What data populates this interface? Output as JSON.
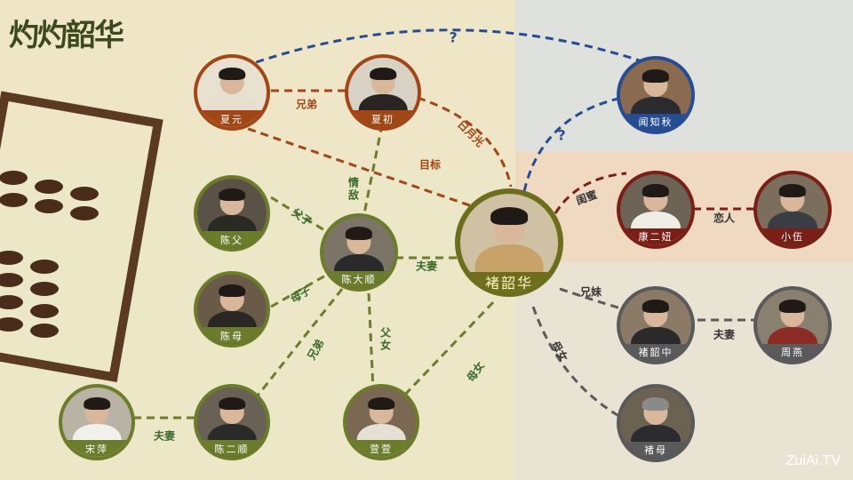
{
  "logo_text": "灼灼韶华",
  "watermark": "ZuiAi.TV",
  "colors": {
    "green": "#6b7d2a",
    "orange": "#a34616",
    "grey": "#5a5a5a",
    "blue": "#264d94",
    "dark_red": "#7a1f16",
    "center": "#6d6e1c"
  },
  "characters": [
    {
      "id": "xiayuan",
      "name": "夏元"
    },
    {
      "id": "xiachu",
      "name": "夏初"
    },
    {
      "id": "wenzhiqiu",
      "name": "闻知秋"
    },
    {
      "id": "chenfu",
      "name": "陈父"
    },
    {
      "id": "chendashun",
      "name": "陈大顺"
    },
    {
      "id": "chenmu",
      "name": "陈母"
    },
    {
      "id": "chushaohua",
      "name": "褚韶华"
    },
    {
      "id": "kangerniu",
      "name": "康二妞"
    },
    {
      "id": "xiaowu",
      "name": "小伍"
    },
    {
      "id": "chushaozhong",
      "name": "褚韶中"
    },
    {
      "id": "zhouyan",
      "name": "周燕"
    },
    {
      "id": "chumu",
      "name": "褚母"
    },
    {
      "id": "songping",
      "name": "宋萍"
    },
    {
      "id": "chenershun",
      "name": "陈二顺"
    },
    {
      "id": "xuanxuan",
      "name": "萱萱"
    }
  ],
  "relations": [
    {
      "label": "?"
    },
    {
      "label": "兄弟"
    },
    {
      "label": "日月光"
    },
    {
      "label": "?"
    },
    {
      "label": "目标"
    },
    {
      "label": "情敌"
    },
    {
      "label": "父子"
    },
    {
      "label": "夫妻"
    },
    {
      "label": "闺蜜"
    },
    {
      "label": "恋人"
    },
    {
      "label": "母子"
    },
    {
      "label": "兄妹"
    },
    {
      "label": "夫妻"
    },
    {
      "label": "兄弟"
    },
    {
      "label": "父女"
    },
    {
      "label": "母女"
    },
    {
      "label": "母女"
    },
    {
      "label": "夫妻"
    }
  ]
}
